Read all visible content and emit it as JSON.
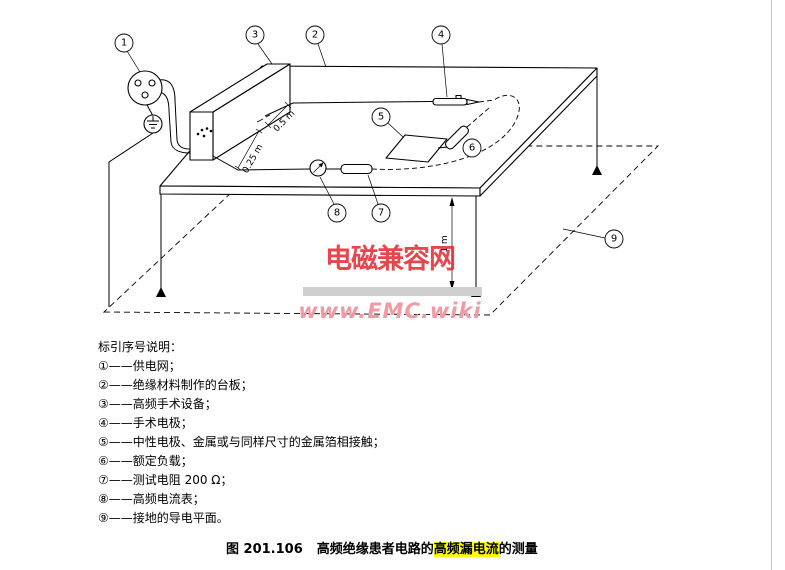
{
  "diagram": {
    "callouts": [
      "1",
      "2",
      "3",
      "4",
      "5",
      "6",
      "7",
      "8",
      "9"
    ],
    "dimensions": {
      "lead_spacing_short": "0.25 m",
      "lead_spacing_long": "0.5 m",
      "table_height": "1 m"
    }
  },
  "watermark": {
    "title": "电磁兼容网",
    "url": "www.EMC.wiki"
  },
  "legend": {
    "title": "标引序号说明：",
    "items": [
      "①——供电网；",
      "②——绝缘材料制作的台板；",
      "③——高频手术设备；",
      "④——手术电极；",
      "⑤——中性电极、金属或与同样尺寸的金属箔相接触；",
      "⑥——额定负载；",
      "⑦——测试电阻 200 Ω；",
      "⑧——高频电流表；",
      "⑨——接地的导电平面。"
    ]
  },
  "caption": {
    "number": "图 201.106",
    "prefix": "高频绝缘患者电路的",
    "highlight": "高频漏电流",
    "suffix": "的测量"
  },
  "colors": {
    "caption_highlight": "#ffff00",
    "watermark_title": "#e3262f",
    "watermark_url": "#f29aa3"
  }
}
